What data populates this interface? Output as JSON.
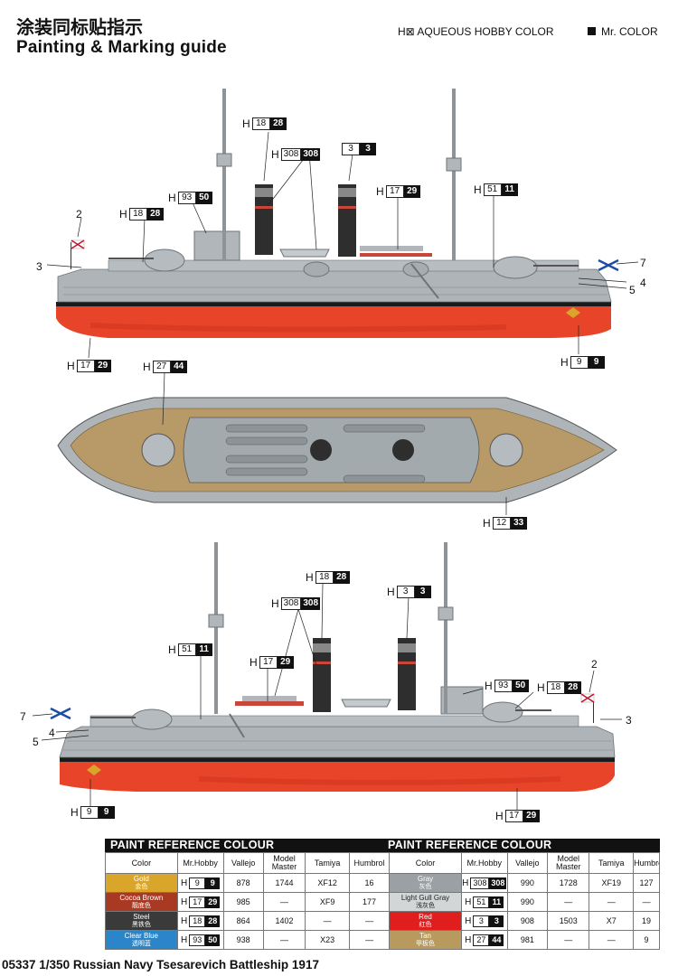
{
  "header": {
    "title_cn": "涂装同标贴指示",
    "title_en": "Painting & Marking guide",
    "legend_aqueous": "H⊠ AQUEOUS HOBBY COLOR",
    "legend_mr": "Mr. COLOR"
  },
  "colors": {
    "hull_red": "#e8442a",
    "hull_gray": "#aeb4b7",
    "deck_tan": "#b89a68",
    "funnel_red": "#c9463a",
    "boot_black": "#1a1a1a"
  },
  "callouts": {
    "c1": {
      "h": "H",
      "a": "18",
      "b": "28"
    },
    "c2": {
      "h": "H",
      "a": "308",
      "b": "308"
    },
    "c3": {
      "h": "",
      "a": "3",
      "b": "3"
    },
    "c4": {
      "h": "H",
      "a": "93",
      "b": "50"
    },
    "c5": {
      "h": "H",
      "a": "18",
      "b": "28"
    },
    "c6": {
      "h": "H",
      "a": "17",
      "b": "29"
    },
    "c7": {
      "h": "H",
      "a": "51",
      "b": "11"
    },
    "c8": {
      "h": "H",
      "a": "17",
      "b": "29"
    },
    "c9": {
      "h": "H",
      "a": "9",
      "b": "9"
    },
    "c10": {
      "h": "H",
      "a": "27",
      "b": "44"
    },
    "c11": {
      "h": "H",
      "a": "12",
      "b": "33"
    },
    "c12": {
      "h": "H",
      "a": "18",
      "b": "28"
    },
    "c13": {
      "h": "H",
      "a": "308",
      "b": "308"
    },
    "c14": {
      "h": "H",
      "a": "3",
      "b": "3"
    },
    "c15": {
      "h": "H",
      "a": "51",
      "b": "11"
    },
    "c16": {
      "h": "H",
      "a": "17",
      "b": "29"
    },
    "c17": {
      "h": "H",
      "a": "93",
      "b": "50"
    },
    "c18": {
      "h": "H",
      "a": "18",
      "b": "28"
    },
    "c19": {
      "h": "H",
      "a": "9",
      "b": "9"
    },
    "c20": {
      "h": "H",
      "a": "17",
      "b": "29"
    }
  },
  "markers": {
    "top_2": "2",
    "top_3": "3",
    "top_7": "7",
    "top_4": "4",
    "top_5": "5",
    "bot_7": "7",
    "bot_4": "4",
    "bot_5": "5",
    "bot_2": "2",
    "bot_3": "3"
  },
  "paint_table": {
    "title_left": "PAINT  REFERENCE COLOUR",
    "title_right": "PAINT  REFERENCE COLOUR",
    "headers": [
      "Color",
      "Mr.Hobby",
      "Vallejo",
      "Model Master",
      "Tamiya",
      "Humbrol"
    ],
    "left": [
      {
        "name": "Gold",
        "cn": "金色",
        "swatch": "#d9a62b",
        "h": "9",
        "mr": "9",
        "vallejo": "878",
        "mm": "1744",
        "tamiya": "XF12",
        "humbrol": "16"
      },
      {
        "name": "Cocoa Brown",
        "cn": "靓底色",
        "swatch": "#a83a24",
        "h": "17",
        "mr": "29",
        "vallejo": "985",
        "mm": "—",
        "tamiya": "XF9",
        "humbrol": "177"
      },
      {
        "name": "Steel",
        "cn": "黑铁色",
        "swatch": "#3a3a3a",
        "h": "18",
        "mr": "28",
        "vallejo": "864",
        "mm": "1402",
        "tamiya": "—",
        "humbrol": "—"
      },
      {
        "name": "Clear Blue",
        "cn": "透明蓝",
        "swatch": "#2a86c8",
        "h": "93",
        "mr": "50",
        "vallejo": "938",
        "mm": "—",
        "tamiya": "X23",
        "humbrol": "—"
      }
    ],
    "right": [
      {
        "name": "Gray",
        "cn": "灰色",
        "swatch": "#9aa0a4",
        "h": "308",
        "mr": "308",
        "vallejo": "990",
        "mm": "1728",
        "tamiya": "XF19",
        "humbrol": "127"
      },
      {
        "name": "Light Gull Gray",
        "cn": "浅灰色",
        "swatch": "#d3d6d6",
        "h": "51",
        "mr": "11",
        "vallejo": "990",
        "mm": "—",
        "tamiya": "—",
        "humbrol": "—"
      },
      {
        "name": "Red",
        "cn": "红色",
        "swatch": "#e01e1e",
        "h": "3",
        "mr": "3",
        "vallejo": "908",
        "mm": "1503",
        "tamiya": "X7",
        "humbrol": "19"
      },
      {
        "name": "Tan",
        "cn": "甲板色",
        "swatch": "#b89a5e",
        "h": "27",
        "mr": "44",
        "vallejo": "981",
        "mm": "—",
        "tamiya": "—",
        "humbrol": "9"
      }
    ]
  },
  "footer": {
    "text": "05337 1/350  Russian Navy Tsesarevich Battleship 1917"
  }
}
